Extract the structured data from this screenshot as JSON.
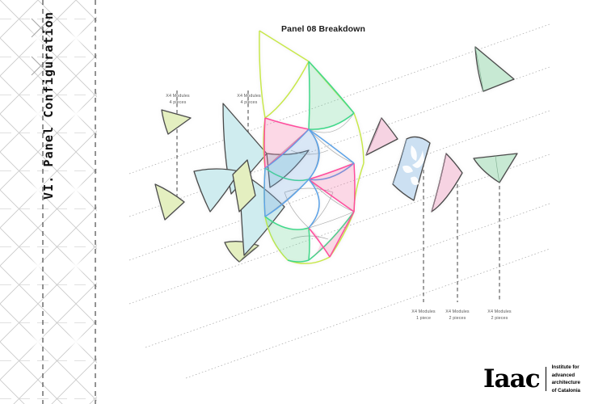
{
  "sidebar": {
    "section_label": "VI. Panel Configuration",
    "grid_icon": "diagonal-hatch-pattern",
    "rule_color": "#3a3a3a"
  },
  "header": {
    "title": "Panel 08 Breakdown"
  },
  "annotations": [
    {
      "id": "top-left",
      "line1": "X4 Modules",
      "line2": "4 pieces"
    },
    {
      "id": "top-mid",
      "line1": "X4 Modules",
      "line2": "4 pieces"
    },
    {
      "id": "bottom-1",
      "line1": "X4 Modules",
      "line2": "1 piece"
    },
    {
      "id": "bottom-2",
      "line1": "X4 Modules",
      "line2": "2 pieces"
    },
    {
      "id": "bottom-3",
      "line1": "X4 Modules",
      "line2": "2 pieces"
    }
  ],
  "logo": {
    "mark": "Iaac",
    "line1": "Institute for",
    "line2": "advanced",
    "line3": "architecture",
    "line4": "of Catalonia"
  },
  "palette": {
    "magenta": "#FF4D9E",
    "green": "#3FD98B",
    "blue": "#5BA3E8",
    "lime": "#C8E84A",
    "pink_fill": "#F6D3E2",
    "blue_fill": "#CCE0F2",
    "green_fill": "#C7E9D3",
    "cyan_fill": "#CFECEF",
    "lime_fill": "#E4EFC0",
    "outline": "#4a4a4a",
    "guide": "#9a9a9a",
    "leader": "#4a4a4a"
  },
  "chart_data": {
    "type": "diagram",
    "title": "Panel 08 Breakdown",
    "subject": "isometric exploded axonometric of curved panel modules",
    "module_groups": [
      {
        "label": "X4 Modules",
        "count": "4 pieces",
        "color": "lime",
        "position": "top-left"
      },
      {
        "label": "X4 Modules",
        "count": "4 pieces",
        "color": "cyan",
        "position": "top-mid"
      },
      {
        "label": "X4 Modules",
        "count": "1 piece",
        "color": "blue",
        "position": "bottom-right-1"
      },
      {
        "label": "X4 Modules",
        "count": "2 pieces",
        "color": "pink",
        "position": "bottom-right-2"
      },
      {
        "label": "X4 Modules",
        "count": "2 pieces",
        "color": "green",
        "position": "bottom-right-3"
      }
    ]
  }
}
